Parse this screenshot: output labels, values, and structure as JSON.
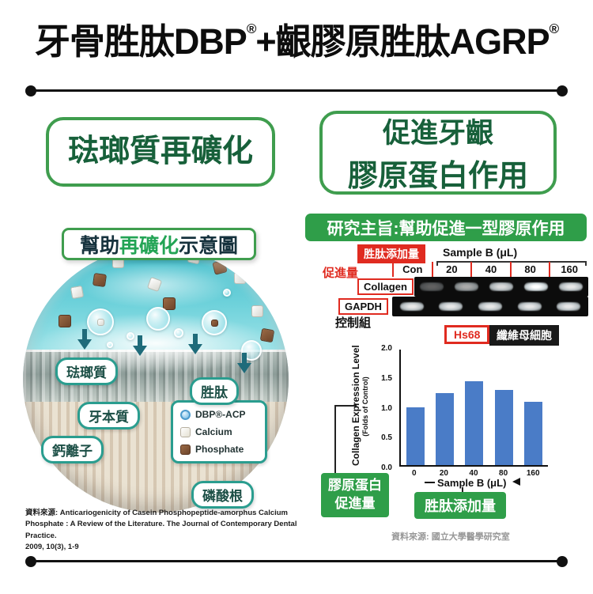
{
  "title": {
    "part1": "牙骨胜肽DBP",
    "reg1": "®",
    "part2": "+齦膠原胜肽AGRP",
    "reg2": "®"
  },
  "benefits": {
    "left": {
      "part1": "琺瑯質",
      "part2": "再礦化"
    },
    "right": {
      "line1": "促進牙齦",
      "line2": "膠原蛋白作用"
    }
  },
  "diagram": {
    "banner": {
      "prefix": "幫助",
      "highlight": "再礦化",
      "suffix": "示意圖"
    },
    "tags": {
      "enamel": "琺瑯質",
      "peptide": "胜肽",
      "dentin": "牙本質",
      "calcium_ion": "鈣離子",
      "phosphate_ion": "磷酸根"
    },
    "legend": [
      {
        "name": "DBP®-ACP",
        "swatch": "blue-circle"
      },
      {
        "name": "Calcium",
        "swatch": "white-square"
      },
      {
        "name": "Phosphate",
        "swatch": "brown-square"
      }
    ],
    "citation_lines": [
      "資料來源: Anticariogenicity of Casein Phosphopeptide-amorphus Calcium",
      "Phosphate : A Review of the Literature. The Journal of Contemporary Dental Practice.",
      "2009, 10(3), 1-9"
    ]
  },
  "study": {
    "banner": "研究主旨:幫助促進一型膠原作用",
    "gel": {
      "dose_label": "胜肽添加量",
      "sample_label": "Sample B (μL)",
      "promotion_label": "促進量",
      "lanes": [
        "Con",
        "20",
        "40",
        "80",
        "160"
      ],
      "row1": "Collagen",
      "row2": "GAPDH",
      "control_label": "控制組",
      "cell_line": "Hs68",
      "cell_type": "纖維母細胞",
      "collagen_band_intensity": [
        0.35,
        0.65,
        0.85,
        1,
        0.9
      ],
      "gapdh_band_intensity": [
        0.9,
        0.9,
        0.9,
        0.9,
        0.9
      ]
    },
    "callouts": {
      "collagen_line1": "膠原蛋白",
      "collagen_line2": "促進量",
      "dose": "胜肽添加量"
    },
    "source": "資料來源: 國立大學醫學研究室"
  },
  "chart_data": {
    "type": "bar",
    "categories": [
      "0",
      "20",
      "40",
      "80",
      "160"
    ],
    "values": [
      1.0,
      1.25,
      1.45,
      1.3,
      1.1
    ],
    "title": "",
    "xlabel": "Sample B (μL)",
    "ylabel": "Collagen Expression Level",
    "ylabel_sub": "(Folds of Control)",
    "ylim": [
      0,
      2.0
    ],
    "yticks": [
      0.0,
      0.5,
      1.0,
      1.5,
      2.0
    ],
    "bar_color": "#4a7cc7",
    "grid": false,
    "legend_position": "none"
  },
  "colors": {
    "accent_green": "#2f9e49",
    "border_green": "#3f9d4e",
    "dark_green_text": "#17603a",
    "teal": "#2fb0bf",
    "red": "#e02b20",
    "bar_blue": "#4a7cc7"
  }
}
